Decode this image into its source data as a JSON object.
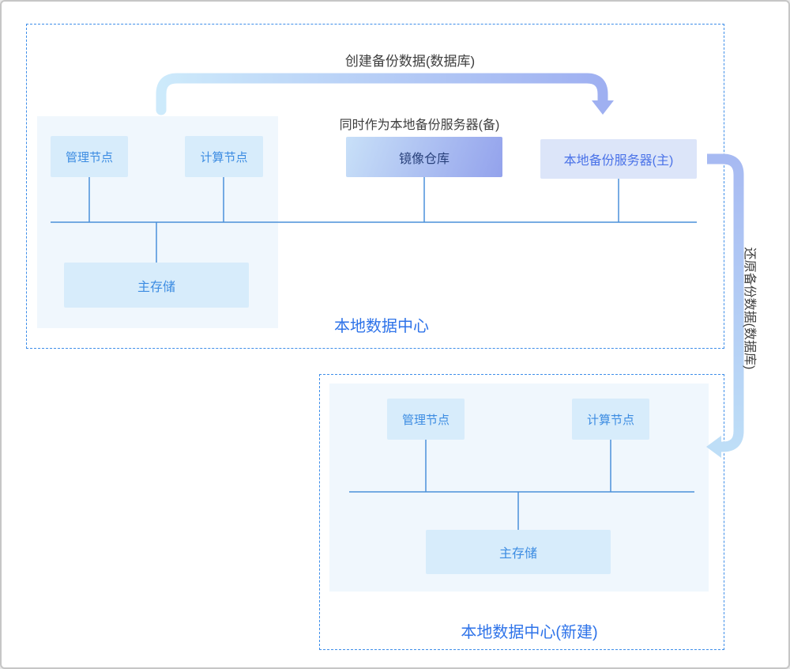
{
  "flow": {
    "create_backup": "创建备份数据(数据库)",
    "dual_role": "同时作为本地备份服务器(备)",
    "restore_backup": "还原备份数据(数据库)"
  },
  "dc1": {
    "title": "本地数据中心",
    "management": "管理节点",
    "compute": "计算节点",
    "mirror_repo": "镜像仓库",
    "backup_server": "本地备份服务器(主)",
    "storage": "主存储"
  },
  "dc2": {
    "title": "本地数据中心(新建)",
    "management": "管理节点",
    "compute": "计算节点",
    "storage": "主存储"
  },
  "colors": {
    "dashed_border": "#3e8ee9",
    "bus_line": "#4a90da",
    "panel_fill": "#f0f7fd",
    "node_fill": "#d7ecfb",
    "node_text": "#3c8ce2",
    "mirror_gradient_start": "#c8e0f8",
    "mirror_gradient_end": "#93a2ec",
    "mirror_text": "#28407a",
    "backup_fill": "#dce5f9",
    "backup_text": "#4a72e8",
    "arrow_light_blue": "#cdeafb",
    "arrow_periwinkle": "#9fb0f1",
    "dc_title_text": "#2e73e9",
    "flow_label_text": "#3e3e3e",
    "frame_border": "#c6c6c6"
  }
}
